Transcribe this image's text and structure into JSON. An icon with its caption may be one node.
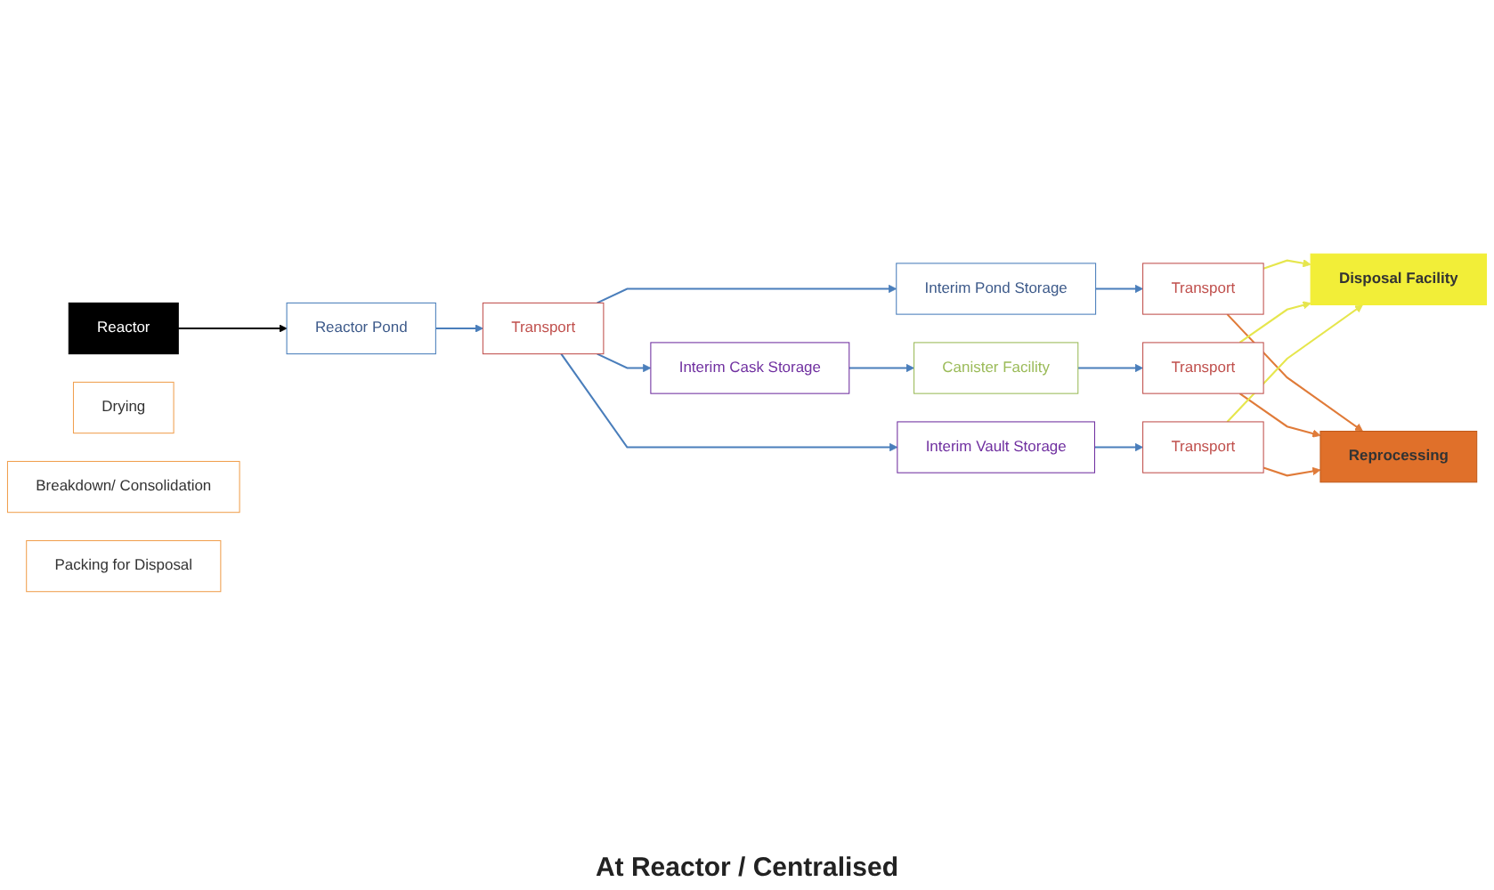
{
  "diagram": {
    "nodes": [
      {
        "text": [
          "Reactor"
        ]
      },
      {
        "text": [
          "Reactor Pond"
        ]
      },
      {
        "text": [
          "Transport"
        ]
      },
      {
        "text": [
          "Interim Pond Storage"
        ]
      },
      {
        "text": [
          "Interim Cask Storage"
        ]
      },
      {
        "text": [
          "Canister Facility"
        ]
      },
      {
        "text": [
          "Interim Vault Storage"
        ]
      },
      {
        "text": [
          "Transport"
        ]
      },
      {
        "text": [
          "Transport"
        ]
      },
      {
        "text": [
          "Transport"
        ]
      },
      {
        "text": [
          "Disposal Facility"
        ]
      },
      {
        "text": [
          "Reprocessing"
        ]
      },
      {
        "text": [
          "Drying"
        ]
      },
      {
        "text": [
          "Breakdown/ Consolidation"
        ]
      },
      {
        "text": [
          "Packing for Disposal"
        ]
      }
    ],
    "edges": [
      {
        "from": 0,
        "to": 1,
        "arrow": "to",
        "color": "#000000"
      },
      {
        "from": 1,
        "to": 2,
        "arrow": "to"
      },
      {
        "from": 2,
        "to": 3,
        "arrow": "to"
      },
      {
        "from": 2,
        "to": 4,
        "arrow": "to"
      },
      {
        "from": 2,
        "to": 6,
        "arrow": "to"
      },
      {
        "from": 4,
        "to": 5,
        "arrow": "to"
      },
      {
        "from": 3,
        "to": 7,
        "arrow": "to"
      },
      {
        "from": 5,
        "to": 8,
        "arrow": "to"
      },
      {
        "from": 6,
        "to": 9,
        "arrow": "to"
      },
      {
        "from": 7,
        "to": 10,
        "arrow": "to",
        "color": "#e6e64d"
      },
      {
        "from": 7,
        "to": 11,
        "arrow": "to",
        "color": "#e07b39"
      },
      {
        "from": 8,
        "to": 10,
        "arrow": "to",
        "color": "#e6e64d"
      },
      {
        "from": 8,
        "to": 11,
        "arrow": "to",
        "color": "#e07b39"
      },
      {
        "from": 9,
        "to": 10,
        "arrow": "to",
        "color": "#e6e64d"
      },
      {
        "from": 9,
        "to": 11,
        "arrow": "to",
        "color": "#e07b39"
      }
    ],
    "labels": [
      "At Reactor / Centralised"
    ]
  }
}
